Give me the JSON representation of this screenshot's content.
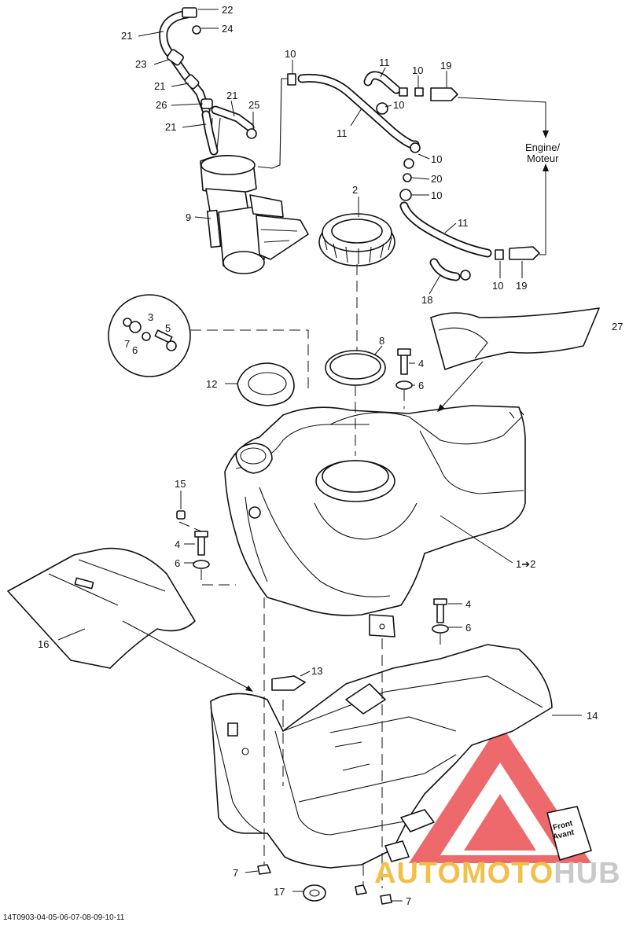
{
  "callouts": [
    {
      "id": "c22",
      "text": "22"
    },
    {
      "id": "c24",
      "text": "24"
    },
    {
      "id": "c21a",
      "text": "21"
    },
    {
      "id": "c23",
      "text": "23"
    },
    {
      "id": "c21b",
      "text": "21"
    },
    {
      "id": "c21c",
      "text": "21"
    },
    {
      "id": "c26",
      "text": "26"
    },
    {
      "id": "c25",
      "text": "25"
    },
    {
      "id": "c21d",
      "text": "21"
    },
    {
      "id": "c9",
      "text": "9"
    },
    {
      "id": "c10a",
      "text": "10"
    },
    {
      "id": "c11a",
      "text": "11"
    },
    {
      "id": "c11b",
      "text": "11"
    },
    {
      "id": "c10b",
      "text": "10"
    },
    {
      "id": "c19a",
      "text": "19"
    },
    {
      "id": "c10c",
      "text": "10"
    },
    {
      "id": "c10d",
      "text": "10"
    },
    {
      "id": "c20",
      "text": "20"
    },
    {
      "id": "c10e",
      "text": "10"
    },
    {
      "id": "c11c",
      "text": "11"
    },
    {
      "id": "c10f",
      "text": "10"
    },
    {
      "id": "c19b",
      "text": "19"
    },
    {
      "id": "c18",
      "text": "18"
    },
    {
      "id": "c2",
      "text": "2"
    },
    {
      "id": "c27",
      "text": "27"
    },
    {
      "id": "c3",
      "text": "3"
    },
    {
      "id": "c5",
      "text": "5"
    },
    {
      "id": "c7a",
      "text": "7"
    },
    {
      "id": "c6a",
      "text": "6"
    },
    {
      "id": "c8",
      "text": "8"
    },
    {
      "id": "c4a",
      "text": "4"
    },
    {
      "id": "c6b",
      "text": "6"
    },
    {
      "id": "c12",
      "text": "12"
    },
    {
      "id": "c15",
      "text": "15"
    },
    {
      "id": "c4b",
      "text": "4"
    },
    {
      "id": "c6c",
      "text": "6"
    },
    {
      "id": "c1to2",
      "text": "1➔2"
    },
    {
      "id": "c4c",
      "text": "4"
    },
    {
      "id": "c6d",
      "text": "6"
    },
    {
      "id": "c16",
      "text": "16"
    },
    {
      "id": "c13",
      "text": "13"
    },
    {
      "id": "c14",
      "text": "14"
    },
    {
      "id": "c7b",
      "text": "7"
    },
    {
      "id": "c17",
      "text": "17"
    },
    {
      "id": "c7c",
      "text": "7"
    }
  ],
  "engine_label": {
    "line1": "Engine/",
    "line2": "Moteur"
  },
  "front_label": {
    "line1": "Front",
    "line2": "Avant"
  },
  "drawing_code": "14T0903-04-05-06-07-08-09-10-11",
  "watermark": {
    "part1": "AUTOMOTO",
    "part2": "HUB"
  },
  "colors": {
    "line": "#111111",
    "watermark_red": "#e8383a",
    "watermark_yellow": "#f2c04a",
    "watermark_grey": "#c9c9c9"
  }
}
